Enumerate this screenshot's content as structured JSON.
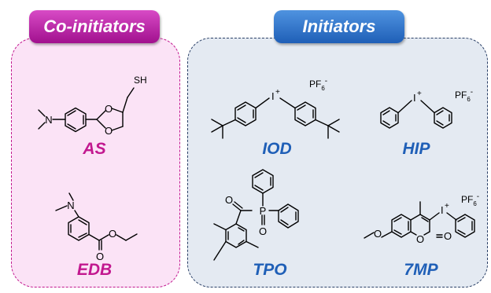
{
  "headers": {
    "coinitiators": "Co-initiators",
    "initiators": "Initiators"
  },
  "compounds": {
    "as": "AS",
    "edb": "EDB",
    "iod": "IOD",
    "hip": "HIP",
    "tpo": "TPO",
    "mp7": "7MP"
  },
  "atoms": {
    "sh": "SH",
    "n": "N",
    "o": "O",
    "i": "I",
    "plus": "+",
    "p": "P",
    "pf6": "PF",
    "six": "6",
    "minus": "-"
  },
  "colors": {
    "coinitiator_accent": "#c2188f",
    "initiator_accent": "#1f5fb7",
    "coinitiator_panel": "#fbe3f6",
    "initiator_panel": "#e4eaf2"
  }
}
